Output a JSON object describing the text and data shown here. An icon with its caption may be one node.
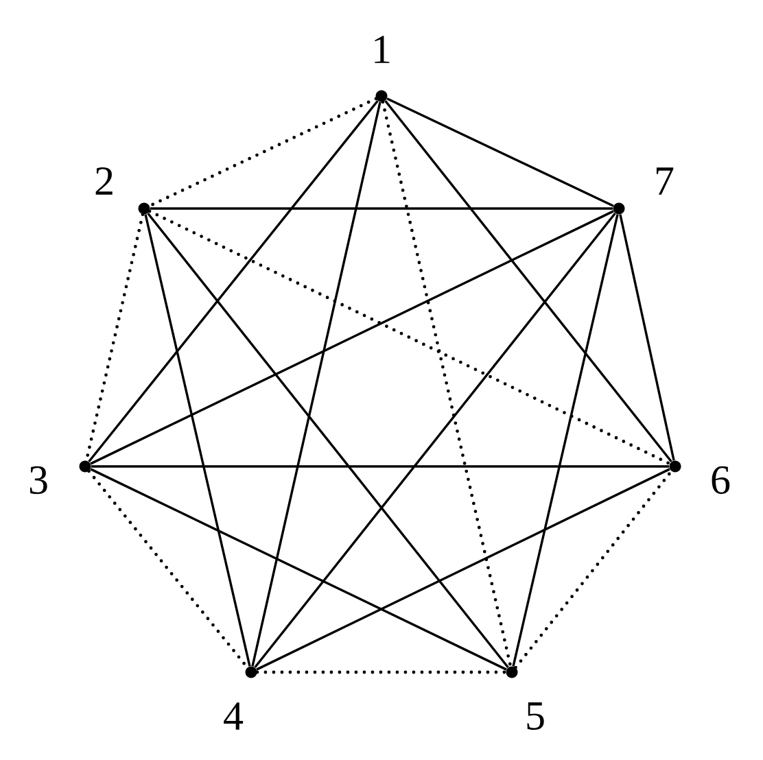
{
  "diagram": {
    "nodes": [
      {
        "text": [],
        "shape": "circle",
        "beside": [
          "1"
        ]
      },
      {
        "text": [],
        "shape": "circle",
        "beside": [
          "2"
        ]
      },
      {
        "text": [],
        "shape": "circle",
        "beside": [
          "3"
        ]
      },
      {
        "text": [],
        "shape": "circle",
        "beside": [
          "4"
        ]
      },
      {
        "text": [],
        "shape": "circle",
        "beside": [
          "5"
        ]
      },
      {
        "text": [],
        "shape": "circle",
        "beside": [
          "6"
        ]
      },
      {
        "text": [],
        "shape": "circle",
        "beside": [
          "7"
        ]
      }
    ],
    "edges": [
      {
        "from": 0,
        "to": 1,
        "arrow": "none",
        "style": "dashed"
      },
      {
        "from": 1,
        "to": 2,
        "arrow": "none",
        "style": "dashed"
      },
      {
        "from": 2,
        "to": 3,
        "arrow": "none",
        "style": "dashed"
      },
      {
        "from": 3,
        "to": 4,
        "arrow": "none",
        "style": "dashed"
      },
      {
        "from": 4,
        "to": 5,
        "arrow": "none",
        "style": "dashed"
      },
      {
        "from": 0,
        "to": 4,
        "arrow": "none",
        "style": "dashed"
      },
      {
        "from": 1,
        "to": 5,
        "arrow": "none",
        "style": "dashed"
      },
      {
        "from": 0,
        "to": 6,
        "arrow": "none"
      },
      {
        "from": 0,
        "to": 2,
        "arrow": "none"
      },
      {
        "from": 0,
        "to": 3,
        "arrow": "none"
      },
      {
        "from": 0,
        "to": 5,
        "arrow": "none"
      },
      {
        "from": 1,
        "to": 6,
        "arrow": "none"
      },
      {
        "from": 1,
        "to": 3,
        "arrow": "none"
      },
      {
        "from": 1,
        "to": 4,
        "arrow": "none"
      },
      {
        "from": 2,
        "to": 6,
        "arrow": "none"
      },
      {
        "from": 2,
        "to": 5,
        "arrow": "none"
      },
      {
        "from": 2,
        "to": 4,
        "arrow": "none"
      },
      {
        "from": 3,
        "to": 6,
        "arrow": "none"
      },
      {
        "from": 3,
        "to": 5,
        "arrow": "none"
      },
      {
        "from": 4,
        "to": 6,
        "arrow": "none"
      },
      {
        "from": 5,
        "to": 6,
        "arrow": "none"
      }
    ]
  }
}
